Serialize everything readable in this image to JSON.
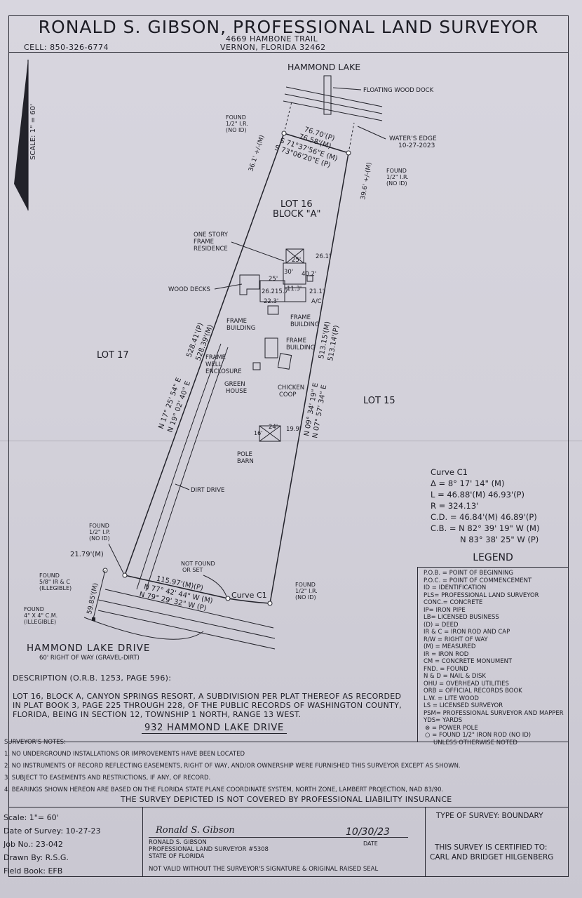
{
  "header": {
    "title": "RONALD S. GIBSON, PROFESSIONAL LAND SURVEYOR",
    "address1": "4669 HAMBONE TRAIL",
    "address2": "VERNON, FLORIDA 32462",
    "cell": "CELL: 850-326-6774"
  },
  "scale_label": "SCALE: 1\" = 60'",
  "plat": {
    "lake": "HAMMOND LAKE",
    "dock": "FLOATING WOOD DOCK",
    "waters_edge": "WATER'S EDGE",
    "waters_edge_date": "10-27-2023",
    "found_nw_1": "FOUND",
    "found_nw_2": "1/2\" I.R.",
    "found_nw_3": "(NO ID)",
    "found_ne_1": "FOUND",
    "found_ne_2": "1/2\" I.R.",
    "found_ne_3": "(NO ID)",
    "north_dist_p": "76.70'(P)",
    "north_dist_m": "76.58'(M)",
    "north_brg_m": "S 71°37'56\"E (M)",
    "north_brg_p": "S 73°06'20\"E (P)",
    "west_tie": "36.1' +/-(M)",
    "east_tie": "39.6' +/-(M)",
    "lot16": "LOT 16",
    "block": "BLOCK \"A\"",
    "residence_1": "ONE STORY",
    "residence_2": "FRAME",
    "residence_3": "RESIDENCE",
    "wood_decks": "WOOD DECKS",
    "frame_building_1": "FRAME",
    "frame_building_2": "BUILDING",
    "frame_building_a1": "FRAME",
    "frame_building_a2": "BUILDING",
    "frame_building_b1": "FRAME",
    "frame_building_b2": "BUILDING",
    "ac": "A/C",
    "well_1": "FRAME",
    "well_2": "WELL",
    "well_3": "ENCLOSURE",
    "green_1": "GREEN",
    "green_2": "HOUSE",
    "coop_1": "CHICKEN",
    "coop_2": "COOP",
    "pole_1": "POLE",
    "pole_2": "BARN",
    "dim_261": "26.1'",
    "dim_25a": "25'",
    "dim_30": "30'",
    "dim_402": "40.2'",
    "dim_25b": "25'",
    "dim_262": "26.2",
    "dim_157": "15.7",
    "dim_113": "11.3'",
    "dim_211": "21.1'",
    "dim_223": "22.3'",
    "dim_24": "24'",
    "dim_199": "19.9'",
    "dim_16": "16'",
    "west_dist_p": "528.41'(P)",
    "west_dist_m": "528.39'(M)",
    "east_dist_m": "513.15'(M)",
    "east_dist_p": "513.14'(P)",
    "west_brg_1": "N 17° 25' 54\" E",
    "west_brg_2": "N 19° 02' 40\" E",
    "east_brg_1": "N 09° 34' 19\" E",
    "east_brg_2": "N 07° 57' 34\" E",
    "lot17": "LOT 17",
    "lot15": "LOT 15",
    "dirt_drive": "DIRT DRIVE",
    "found_sw_1": "FOUND",
    "found_sw_2": "1/2\" I.P.",
    "found_sw_3": "(NO ID)",
    "tie_2179": "21.79'(M)",
    "found_58_1": "FOUND",
    "found_58_2": "5/8\" IR & C",
    "found_58_3": "(ILLEGIBLE)",
    "found_cm_1": "FOUND",
    "found_cm_2": "4\" X 4\" C.M.",
    "found_cm_3": "(ILLEGIBLE)",
    "tie_5985": "59.85'(M)",
    "not_found_1": "NOT FOUND",
    "not_found_2": "OR SET",
    "south_dist": "115.97'(M)(P)",
    "south_brg_m": "N 77° 42' 44\" W (M)",
    "south_brg_p": "N 79° 29' 32\" W (P)",
    "curve_label": "Curve C1",
    "found_se_1": "FOUND",
    "found_se_2": "1/2\" I.R.",
    "found_se_3": "(NO ID)",
    "road": "HAMMOND LAKE DRIVE",
    "road_row": "60' RIGHT OF WAY (GRAVEL-DIRT)"
  },
  "curve": {
    "title": "Curve C1",
    "delta": "Δ = 8° 17' 14\" (M)",
    "length": "L = 46.88'(M) 46.93'(P)",
    "radius": "R = 324.13'",
    "chord": "C.D. = 46.84'(M) 46.89'(P)",
    "bearing1": "C.B. = N 82° 39' 19\" W (M)",
    "bearing2": "N 83° 38' 25\" W (P)"
  },
  "legend": {
    "title": "LEGEND",
    "items": [
      "P.O.B. = POINT OF BEGINNING",
      "P.O.C. = POINT OF COMMENCEMENT",
      "ID = IDENTIFICATION",
      "PLS= PROFESSIONAL LAND SURVEYOR",
      "CONC.= CONCRETE",
      "IP= IRON PIPE",
      "LB= LICENSED BUSINESS",
      "(D) = DEED",
      "IR & C = IRON ROD AND CAP",
      "R/W = RIGHT OF WAY",
      "(M) = MEASURED",
      "IR = IRON ROD",
      "CM = CONCRETE MONUMENT",
      "FND. = FOUND",
      "N & D = NAIL & DISK",
      "OHU = OVERHEAD UTILITIES",
      "ORB = OFFICIAL RECORDS BOOK",
      "L.W. = LITE WOOD",
      "LS = LICENSED SURVEYOR",
      "PSM= PROFESSIONAL SURVEYOR AND MAPPER",
      "YDS= YARDS",
      "= POWER POLE",
      "= FOUND 1/2\" IRON ROD (NO ID)",
      "UNLESS OTHERWISE NOTED"
    ]
  },
  "description": {
    "heading": "DESCRIPTION (O.R.B. 1253, PAGE 596):",
    "line1": "LOT 16, BLOCK A, CANYON SPRINGS RESORT, A SUBDIVISION PER PLAT THEREOF AS RECORDED",
    "line2": "IN PLAT BOOK 3, PAGE 225 THROUGH 228, OF THE PUBLIC RECORDS OF WASHINGTON COUNTY,",
    "line3": "FLORIDA, BEING IN SECTION 12, TOWNSHIP 1 NORTH, RANGE 13 WEST.",
    "address": "932 HAMMOND LAKE DRIVE"
  },
  "notes": {
    "heading": "SURVEYOR'S NOTES:",
    "items": [
      "1. NO UNDERGROUND INSTALLATIONS OR IMPROVEMENTS HAVE BEEN LOCATED",
      "2. NO INSTRUMENTS OF RECORD REFLECTING EASEMENTS, RIGHT OF WAY, AND/OR OWNERSHIP WERE FURNISHED THIS SURVEYOR EXCEPT AS SHOWN.",
      "3. SUBJECT TO EASEMENTS AND RESTRICTIONS, IF ANY, OF RECORD.",
      "4. BEARINGS SHOWN HEREON ARE BASED ON THE FLORIDA STATE PLANE COORDINATE SYSTEM, NORTH ZONE, LAMBERT PROJECTION, NAD 83/90."
    ],
    "liability": "THE SURVEY DEPICTED IS NOT COVERED BY PROFESSIONAL LIABILITY INSURANCE"
  },
  "title_block": {
    "scale": "Scale: 1\"= 60'",
    "date": "Date of Survey: 10-27-23",
    "job": "Job No.: 23-042",
    "drawn": "Drawn By: R.S.G.",
    "field_book": "Field Book: EFB",
    "signature": "Ronald S. Gibson",
    "sign_date": "10/30/23",
    "date_label": "DATE",
    "sig_name": "RONALD S. GIBSON",
    "sig_title": "PROFESSIONAL LAND SURVEYOR #5308",
    "sig_state": "STATE OF FLORIDA",
    "sig_note": "NOT VALID WITHOUT THE SURVEYOR'S SIGNATURE & ORIGINAL RAISED SEAL",
    "survey_type": "TYPE OF SURVEY: BOUNDARY",
    "certified_1": "THIS SURVEY IS CERTIFIED TO:",
    "certified_2": "CARL AND BRIDGET HILGENBERG"
  }
}
